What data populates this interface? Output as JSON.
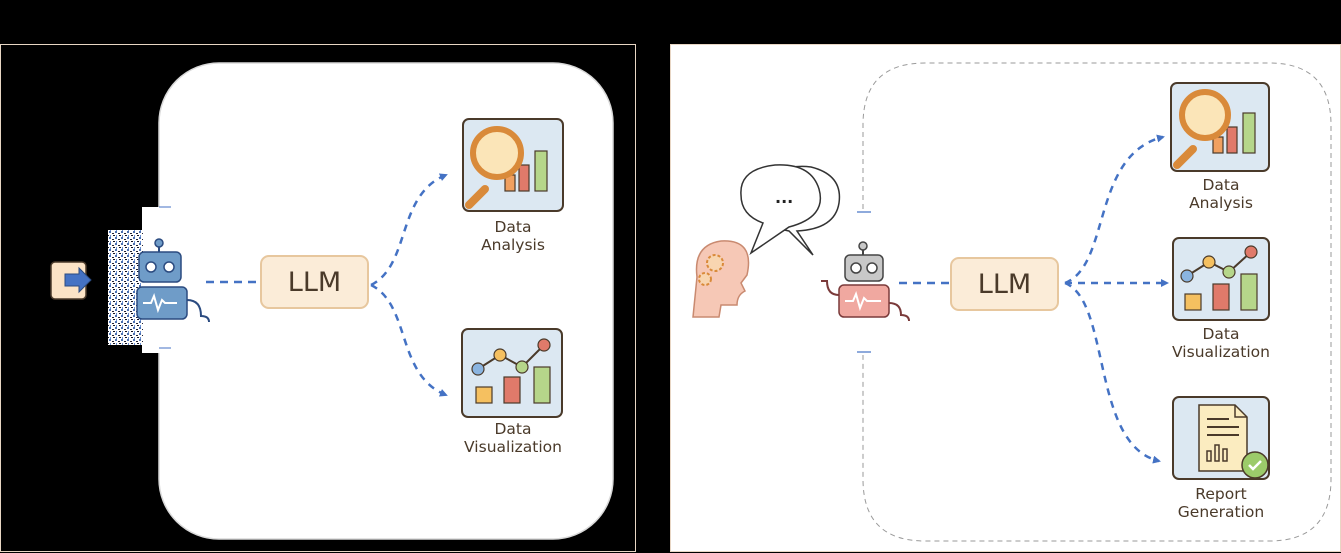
{
  "left": {
    "llm": "LLM",
    "outputs": [
      {
        "line1": "Data",
        "line2": "Analysis",
        "icon": "data-analysis-icon"
      },
      {
        "line1": "Data",
        "line2": "Visualization",
        "icon": "data-visualization-icon"
      }
    ]
  },
  "right": {
    "llm": "LLM",
    "thought": "...",
    "outputs": [
      {
        "line1": "Data",
        "line2": "Analysis",
        "icon": "data-analysis-icon"
      },
      {
        "line1": "Data",
        "line2": "Visualization",
        "icon": "data-visualization-icon"
      },
      {
        "line1": "Report",
        "line2": "Generation",
        "icon": "report-generation-icon"
      }
    ]
  },
  "colors": {
    "arrow": "#4472c4",
    "llm_fill": "#fbecd8",
    "icon_bg": "#dce8f2",
    "robot_blue": "#6f9cc8",
    "robot_pink": "#f0a8a0",
    "head": "#f6c8b6"
  }
}
